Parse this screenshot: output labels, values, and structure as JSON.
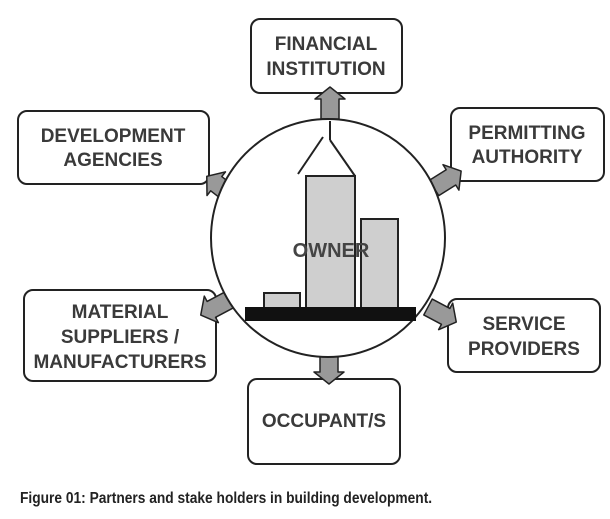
{
  "center": {
    "label": "OWNER"
  },
  "stakeholders": [
    {
      "id": "financial",
      "lines": [
        "FINANCIAL",
        "INSTITUTION"
      ]
    },
    {
      "id": "development",
      "lines": [
        "DEVELOPMENT",
        "AGENCIES"
      ]
    },
    {
      "id": "permitting",
      "lines": [
        "PERMITTING",
        "AUTHORITY"
      ]
    },
    {
      "id": "material",
      "lines": [
        "MATERIAL",
        "SUPPLIERS /",
        "MANUFACTURERS"
      ]
    },
    {
      "id": "service",
      "lines": [
        "SERVICE",
        "PROVIDERS"
      ]
    },
    {
      "id": "occupant",
      "lines": [
        "OCCUPANT/S"
      ]
    }
  ],
  "caption": "Figure 01: Partners and stake holders in building development.",
  "colors": {
    "arrow": "#999999",
    "building": "#cfcfcf",
    "base": "#111111"
  }
}
